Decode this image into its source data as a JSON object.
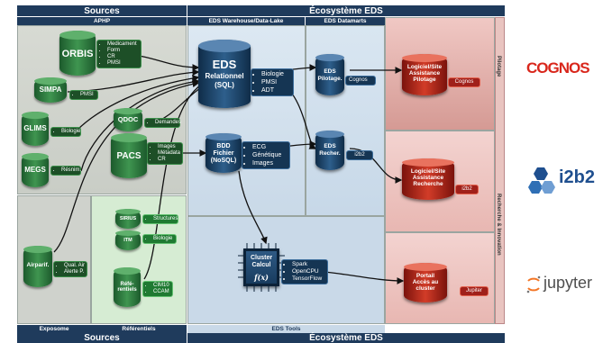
{
  "headers": {
    "sources_top": "Sources",
    "ecosysteme_top": "Écosystème EDS",
    "sources_bottom": "Sources",
    "ecosysteme_bottom": "Écosystème EDS"
  },
  "sub_headers": {
    "aphp": "APHP",
    "warehouse": "EDS Warehouse/Data-Lake",
    "datamarts": "EDS Datamarts",
    "exposome": "Exposome",
    "referentiels": "Référentiels",
    "tools": "EDS Tools"
  },
  "side_labels": {
    "pilotage": "Pilotage",
    "recherche": "Recherche & Innovation"
  },
  "sources": {
    "orbis": {
      "name": "ORBIS",
      "items": [
        "Medicament",
        "Form",
        "CR",
        "PMSI"
      ]
    },
    "simpa": {
      "name": "SIMPA",
      "items": [
        "PMSI"
      ]
    },
    "glims": {
      "name": "GLIMS",
      "items": [
        "Biologie"
      ]
    },
    "megs": {
      "name": "MEGS",
      "items": [
        "Résnim."
      ]
    },
    "qdoc": {
      "name": "QDOC",
      "items": [
        "Demandes"
      ]
    },
    "pacs": {
      "name": "PACS",
      "items": [
        "Images",
        "Métadata",
        "CR"
      ]
    },
    "sirius": {
      "name": "SIRIUS",
      "items": [
        "Structures"
      ]
    },
    "itm": {
      "name": "ITM",
      "items": [
        "Biologie"
      ]
    },
    "airparif": {
      "name": "Airparif.",
      "items": [
        "Qual. Air",
        "Alerte P."
      ]
    },
    "referentiels_db": {
      "name": "Réfé-rentiels",
      "items": [
        "CIM10",
        "CCAM"
      ]
    }
  },
  "eds": {
    "relationnel": {
      "line1": "EDS",
      "line2": "Relationnel",
      "line3": "(SQL)",
      "items": [
        "Biologie",
        "PMSI",
        "ADT"
      ]
    },
    "fichier": {
      "line1": "BDD",
      "line2": "Fichier",
      "line3": "(NoSQL)",
      "items": [
        "ECG",
        "Génétique",
        "Images"
      ]
    },
    "pilotage": {
      "line1": "EDS",
      "line2": "Pilotage.",
      "tag": "Cognos"
    },
    "recher": {
      "line1": "EDS",
      "line2": "Recher.",
      "tag": "i2b2"
    },
    "cluster": {
      "line1": "Cluster",
      "line2": "Calcul",
      "func": "f(x)",
      "items": [
        "Spark",
        "OpenCPU",
        "TensorFlow"
      ]
    }
  },
  "apps": {
    "pilotage": {
      "line1": "Logiciel/Site",
      "line2": "Assistance",
      "line3": "Pilotage",
      "tag": "Cognos"
    },
    "recherche": {
      "line1": "Logiciel/Site",
      "line2": "Assistance",
      "line3": "Recherche",
      "tag": "i2b2"
    },
    "portail": {
      "line1": "Portail",
      "line2": "Accès au",
      "line3": "cluster",
      "tag": "Jupiter"
    }
  },
  "logos": {
    "cognos": "COGNOS",
    "i2b2": "i2b2",
    "jupyter": "jupyter"
  },
  "colors": {
    "header": "#1f3b5c",
    "source_db": "#2f7a3e",
    "eds_db": "#1e4a73",
    "app_db": "#c0281c",
    "cognos_red": "#d9271c",
    "i2b2_blue": "#1f4f8f",
    "jupyter_orange": "#f37626"
  }
}
